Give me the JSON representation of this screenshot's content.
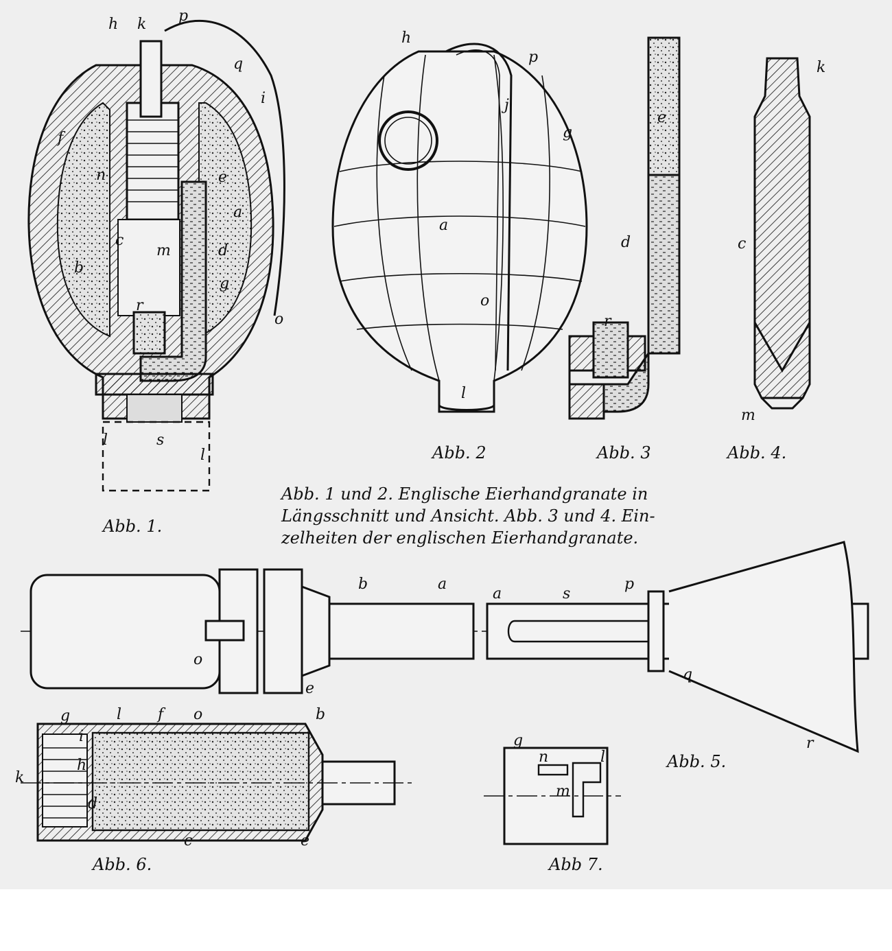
{
  "figures": {
    "abb1": "Abb. 1.",
    "abb2": "Abb. 2",
    "abb3": "Abb. 3",
    "abb4": "Abb. 4.",
    "abb5": "Abb. 5.",
    "abb6": "Abb. 6.",
    "abb7": "Abb 7."
  },
  "caption": {
    "line1": "Abb. 1 und 2.  Englische Eierhandgranate in",
    "line2": "Längsschnitt und Ansicht.  Abb. 3 und 4.  Ein-",
    "line3": "zelheiten der englischen Eierhandgranate."
  },
  "labels": {
    "f1": [
      "h",
      "k",
      "p",
      "q",
      "i",
      "f",
      "n",
      "e",
      "a",
      "c",
      "m",
      "d",
      "b",
      "g",
      "r",
      "o",
      "l",
      "s",
      "l"
    ],
    "f2": [
      "h",
      "p",
      "j",
      "g",
      "a",
      "o",
      "l"
    ],
    "f3": [
      "e",
      "d",
      "r"
    ],
    "f4": [
      "k",
      "c",
      "m"
    ],
    "f5": [
      "b",
      "a",
      "a",
      "s",
      "p",
      "o",
      "e",
      "q",
      "r"
    ],
    "f6": [
      "g",
      "l",
      "f",
      "o",
      "b",
      "k",
      "i",
      "h",
      "d",
      "c",
      "e"
    ],
    "f7": [
      "g",
      "n",
      "l",
      "m"
    ]
  },
  "colors": {
    "ink": "#111111",
    "paper": "#efefef",
    "footer": "#ffffff"
  }
}
